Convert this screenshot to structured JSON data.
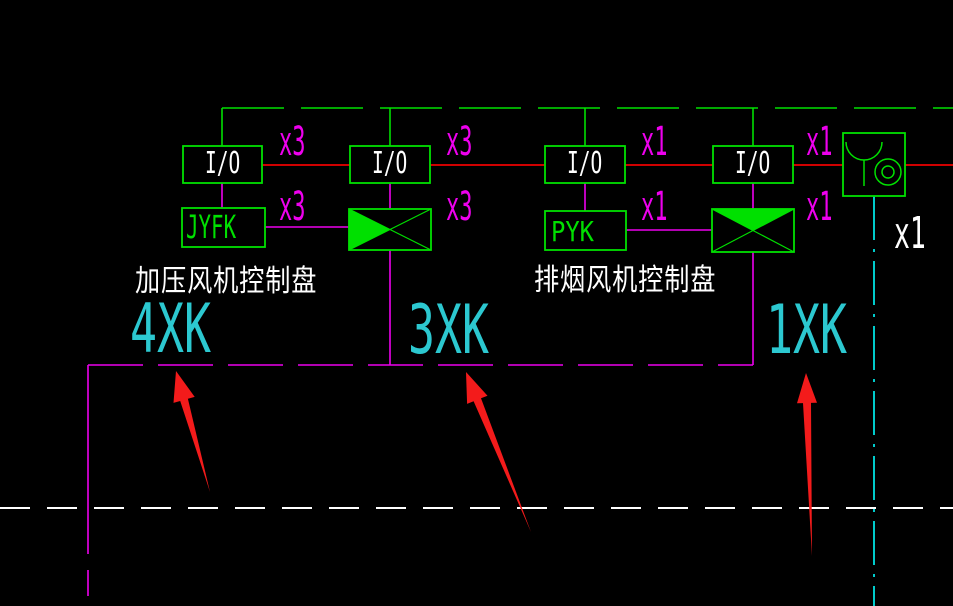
{
  "drawing": {
    "io_boxes": [
      "I/O",
      "I/O",
      "I/O",
      "I/O"
    ],
    "modules": [
      {
        "label": "JYFK"
      },
      {
        "label": "PYK"
      }
    ],
    "wire_counts": {
      "row1": [
        "x3",
        "x3",
        "x1",
        "x1"
      ],
      "row2": [
        "x3",
        "x3",
        "x1",
        "x1"
      ],
      "alarm": "x1"
    },
    "panel_labels": [
      {
        "text": "加压风机控制盘"
      },
      {
        "text": "排烟风机控制盘"
      }
    ],
    "circuit_labels": [
      "4XK",
      "3XK",
      "1XK"
    ]
  },
  "colors": {
    "background": "#000000",
    "device_green": "#00e000",
    "control_magenta": "#ee00ee",
    "power_red": "#ee0000",
    "riser_cyan": "#00e1e1",
    "circuit_cyan_text": "#2cc8d0",
    "text_white": "#ffffff",
    "annotation_arrow_red": "#f31b1b"
  }
}
